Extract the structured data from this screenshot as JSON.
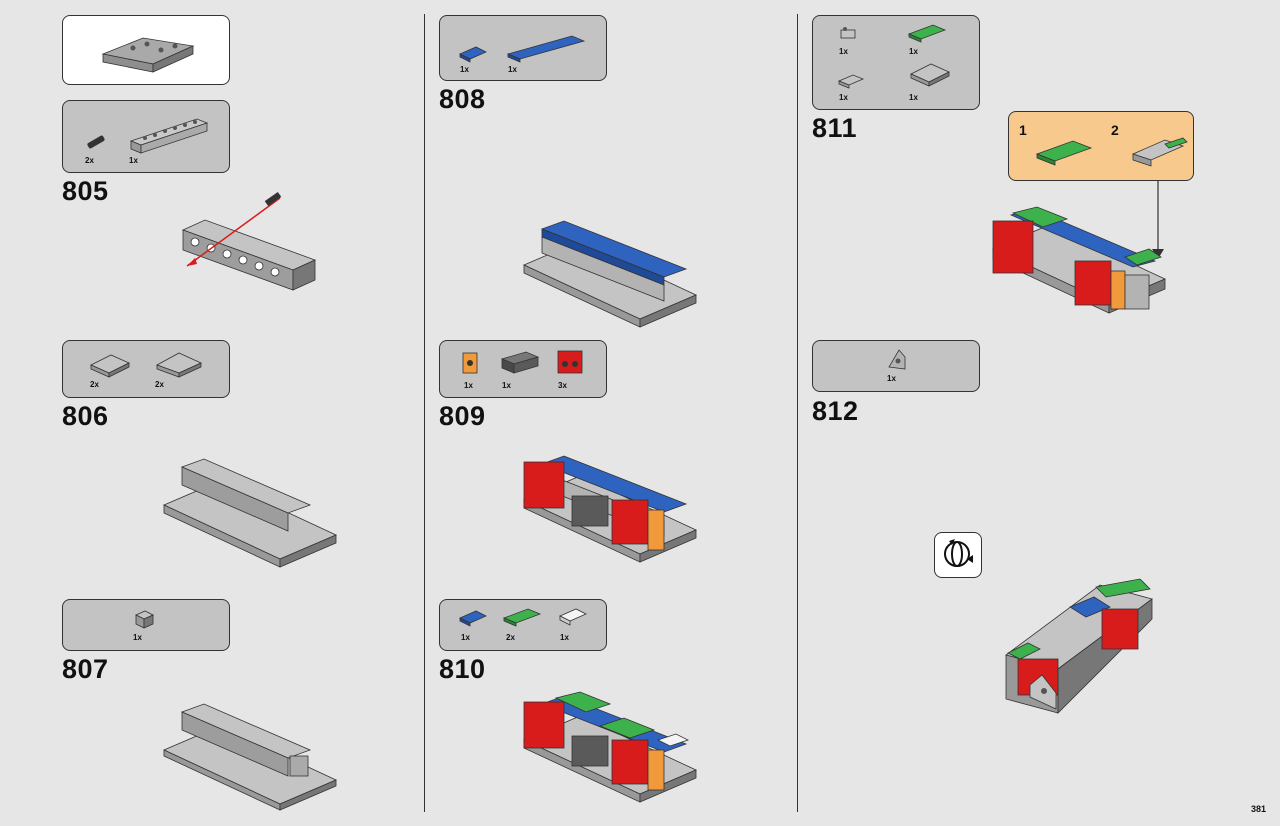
{
  "page": {
    "number": "381"
  },
  "steps": [
    {
      "id": "805",
      "number": "805",
      "parts": [
        {
          "qty": "2x",
          "icon": "black-pin-icon",
          "color": "#333333"
        },
        {
          "qty": "1x",
          "icon": "gray-technic-beam-icon",
          "color": "#a9a9a9"
        }
      ]
    },
    {
      "id": "806",
      "number": "806",
      "parts": [
        {
          "qty": "2x",
          "icon": "gray-plate-2x3-icon",
          "color": "#a9a9a9"
        },
        {
          "qty": "2x",
          "icon": "gray-plate-2x4-icon",
          "color": "#a9a9a9"
        }
      ]
    },
    {
      "id": "807",
      "number": "807",
      "parts": [
        {
          "qty": "1x",
          "icon": "gray-brick-1x1-icon",
          "color": "#a9a9a9"
        }
      ]
    },
    {
      "id": "808",
      "number": "808",
      "parts": [
        {
          "qty": "1x",
          "icon": "blue-plate-1x2-icon",
          "color": "#2f63c0"
        },
        {
          "qty": "1x",
          "icon": "blue-plate-1x8-icon",
          "color": "#2f63c0"
        }
      ]
    },
    {
      "id": "809",
      "number": "809",
      "parts": [
        {
          "qty": "1x",
          "icon": "orange-brick-1x1-icon",
          "color": "#f09a3c"
        },
        {
          "qty": "1x",
          "icon": "dark-gray-brick-1x2-icon",
          "color": "#5a5a5a"
        },
        {
          "qty": "3x",
          "icon": "red-brick-1x2-icon",
          "color": "#d81c1c"
        }
      ]
    },
    {
      "id": "810",
      "number": "810",
      "parts": [
        {
          "qty": "1x",
          "icon": "blue-plate-1x2-icon",
          "color": "#2f63c0"
        },
        {
          "qty": "2x",
          "icon": "green-plate-1x3-icon",
          "color": "#3db14b"
        },
        {
          "qty": "1x",
          "icon": "white-plate-1x2-icon",
          "color": "#f4f4f4"
        }
      ]
    },
    {
      "id": "811",
      "number": "811",
      "parts": [
        {
          "qty": "1x",
          "icon": "gray-clip-icon",
          "color": "#a9a9a9"
        },
        {
          "qty": "1x",
          "icon": "green-plate-1x3-icon",
          "color": "#3db14b"
        },
        {
          "qty": "1x",
          "icon": "gray-tile-1x2-icon",
          "color": "#a9a9a9"
        },
        {
          "qty": "1x",
          "icon": "gray-plate-2x3-icon",
          "color": "#a9a9a9"
        }
      ]
    },
    {
      "id": "812",
      "number": "812",
      "parts": [
        {
          "qty": "1x",
          "icon": "gray-wedge-icon",
          "color": "#a9a9a9"
        }
      ]
    }
  ],
  "subassembly": {
    "items": [
      {
        "index": "1"
      },
      {
        "index": "2"
      }
    ]
  },
  "colors": {
    "brick_red": "#d81c1c",
    "brick_blue": "#2f63c0",
    "brick_green": "#3db14b",
    "brick_orange": "#f09a3c",
    "brick_gray": "#a9a9a9",
    "brick_dark": "#5a5a5a",
    "callout": "#f7c98d",
    "parts_box": "#c3c3c3"
  }
}
